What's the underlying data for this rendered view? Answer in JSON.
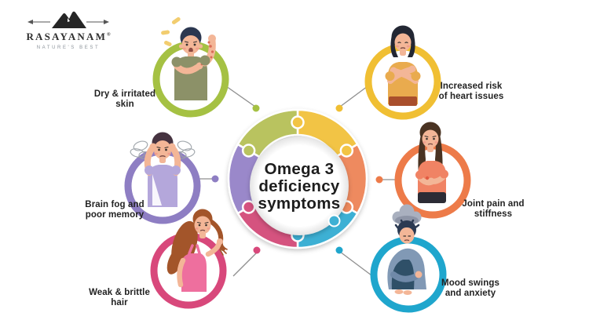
{
  "brand": {
    "name": "RASAYANAM",
    "registered": "®",
    "tagline": "NATURE'S BEST"
  },
  "center": {
    "title_lines": [
      "Omega 3",
      "deficiency",
      "symptoms"
    ],
    "text_color": "#1d1d1d"
  },
  "puzzle": {
    "segments": [
      {
        "name": "top-right",
        "color": "#f2c444"
      },
      {
        "name": "right",
        "color": "#ee8a5e"
      },
      {
        "name": "bottom-right",
        "color": "#3eb0d4"
      },
      {
        "name": "bottom-left",
        "color": "#d5527f"
      },
      {
        "name": "left",
        "color": "#9a88ca"
      },
      {
        "name": "top-left",
        "color": "#b9c35f"
      }
    ]
  },
  "symptoms": [
    {
      "label_lines": [
        "Dry & irritated",
        "skin"
      ],
      "color": "#a5c143",
      "illustration": "boy-scratching-irritated-arm"
    },
    {
      "label_lines": [
        "Brain fog and",
        "poor memory"
      ],
      "color": "#8e7ec3",
      "illustration": "person-holding-head-confused"
    },
    {
      "label_lines": [
        "Weak & brittle",
        "hair"
      ],
      "color": "#d8487b",
      "illustration": "woman-holding-damaged-hair"
    },
    {
      "label_lines": [
        "Increased risk",
        "of heart issues"
      ],
      "color": "#f0bf33",
      "illustration": "woman-clutching-chest"
    },
    {
      "label_lines": [
        "Joint pain and",
        "stiffness"
      ],
      "color": "#ed7b49",
      "illustration": "woman-holding-painful-hand"
    },
    {
      "label_lines": [
        "Mood swings",
        "and anxiety"
      ],
      "color": "#1fa6cd",
      "illustration": "person-sitting-anxious-with-cloud"
    }
  ]
}
